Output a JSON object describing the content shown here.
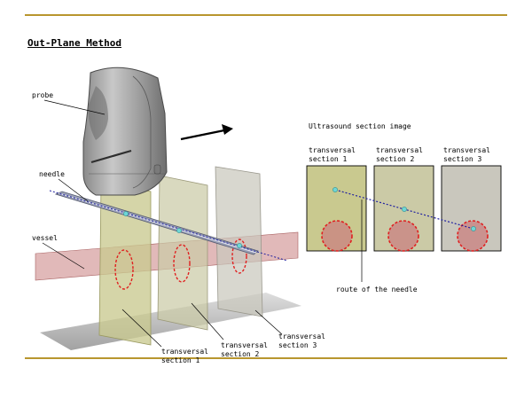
{
  "title": "Out-Plane Method",
  "labels": {
    "probe": "probe",
    "needle": "needle",
    "vessel": "vessel",
    "ultrasound_section_image": "Ultrasound section image",
    "route_of_needle": "route of the needle"
  },
  "sections": [
    {
      "line1": "transversal",
      "line2": "section 1"
    },
    {
      "line1": "transversal",
      "line2": "section 2"
    },
    {
      "line1": "transversal",
      "line2": "section 3"
    }
  ],
  "colors": {
    "accent_rule": "#b8962e",
    "vessel": "#c98080",
    "section_1": "#c9c98f",
    "section_2": "#cbcaa6",
    "section_3": "#c9c7bd",
    "marker": "#e02020",
    "route": "#2020a0"
  }
}
